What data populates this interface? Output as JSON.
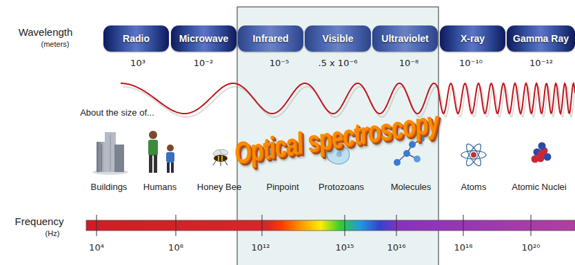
{
  "diagram": {
    "nodes": [
      {
        "text": [
          "Radio"
        ]
      },
      {
        "text": [
          "Microwave"
        ]
      },
      {
        "text": [
          "Infrared"
        ]
      },
      {
        "text": [
          "Visible"
        ]
      },
      {
        "text": [
          "Ultraviolet"
        ]
      },
      {
        "text": [
          "X-ray"
        ]
      },
      {
        "text": [
          "Gamma Ray"
        ]
      }
    ],
    "labels": [
      "Wavelength",
      "(meters)",
      "10³",
      "10⁻²",
      "10⁻⁵",
      ".5 x 10⁻⁶",
      "10⁻⁸",
      "10⁻¹⁰",
      "10⁻¹²",
      "About the size of...",
      "Buildings",
      "Humans",
      "Honey Bee",
      "Pinpoint",
      "Protozoans",
      "Molecules",
      "Atoms",
      "Atomic Nuclei",
      "Optical spectroscopy",
      "Frequency",
      "(Hz)",
      "10⁴",
      "10⁸",
      "10¹²",
      "10¹⁵",
      "10¹⁶",
      "10¹⁸",
      "10²⁰"
    ]
  }
}
